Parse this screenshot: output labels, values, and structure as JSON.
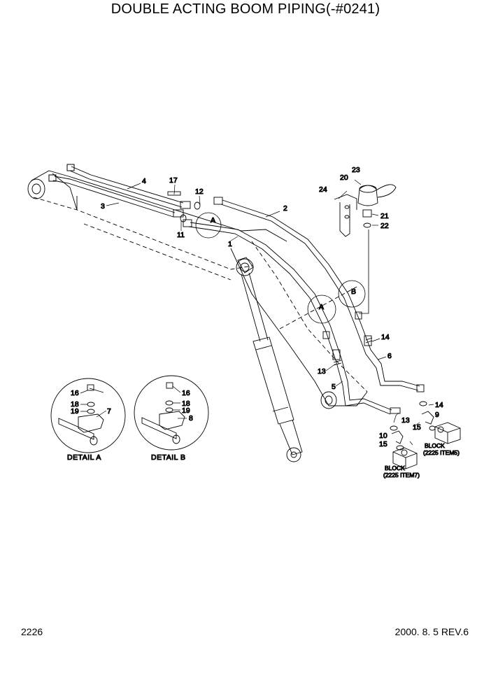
{
  "title": "DOUBLE ACTING BOOM PIPING(-#0241)",
  "page_number": "2226",
  "revision": "2000. 8. 5 REV.6",
  "part_labels": {
    "p1": "1",
    "p2": "2",
    "p3": "3",
    "p4": "4",
    "p5": "5",
    "p6": "6",
    "p11": "11",
    "p12": "12",
    "p13a": "13",
    "p13b": "13",
    "p14a": "14",
    "p14b": "14",
    "p9": "9",
    "p10": "10",
    "p15a": "15",
    "p15b": "15",
    "p17": "17",
    "p20": "20",
    "p21": "21",
    "p22": "22",
    "p23": "23",
    "p24": "24",
    "dA16": "16",
    "dA18": "18",
    "dA19": "19",
    "dA7": "7",
    "dB16": "16",
    "dB18": "18",
    "dB19": "19",
    "dB8": "8"
  },
  "callouts": {
    "a_upper": "A",
    "a_lower": "A",
    "b": "B"
  },
  "details": {
    "a_caption": "DETAIL  A",
    "b_caption": "DETAIL  B"
  },
  "blocks": {
    "block5_line1": "BLOCK",
    "block5_line2": "(2225 ITEM5)",
    "block7_line1": "BLOCK",
    "block7_line2": "(2225 ITEM7)"
  }
}
